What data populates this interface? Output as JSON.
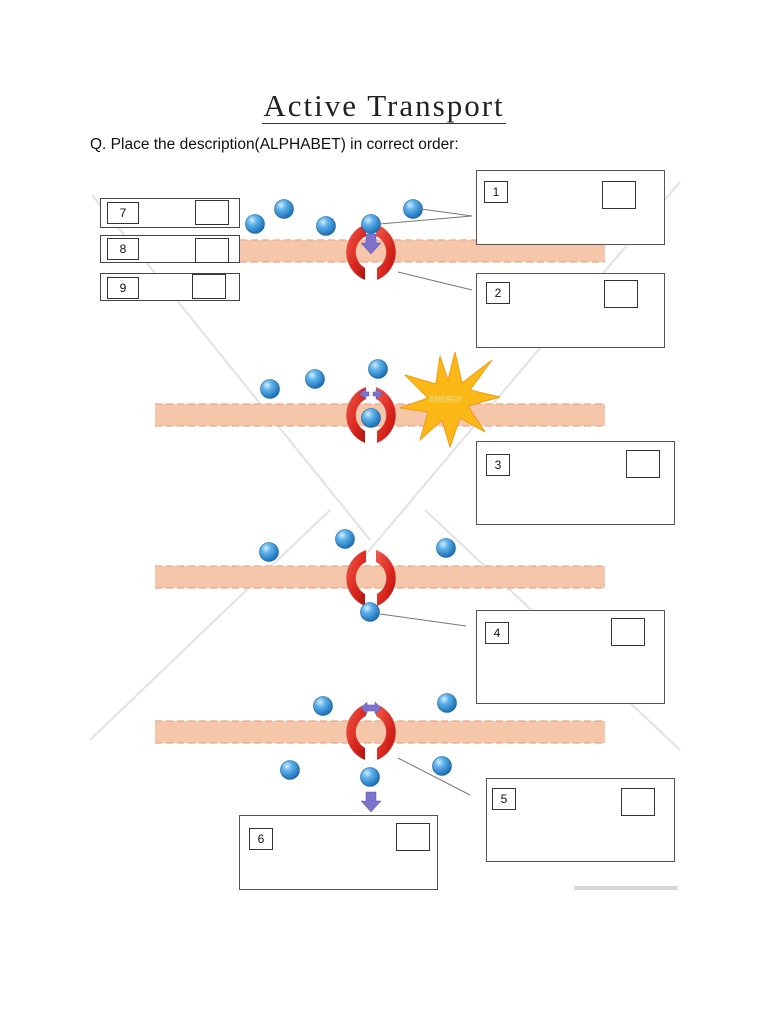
{
  "title": "Active Transport",
  "question": "Q. Place the description(ALPHABET) in correct order:",
  "boxes": {
    "b1": "1",
    "b2": "2",
    "b3": "3",
    "b4": "4",
    "b5": "5",
    "b6": "6",
    "b7": "7",
    "b8": "8",
    "b9": "9"
  },
  "energy_label": "ENERGY",
  "colors": {
    "membrane": "#f6c6aa",
    "protein": "#e2251c",
    "molecule": "#2f8fd6",
    "energy": "#fbb816",
    "arrow": "#8a7fd0"
  }
}
